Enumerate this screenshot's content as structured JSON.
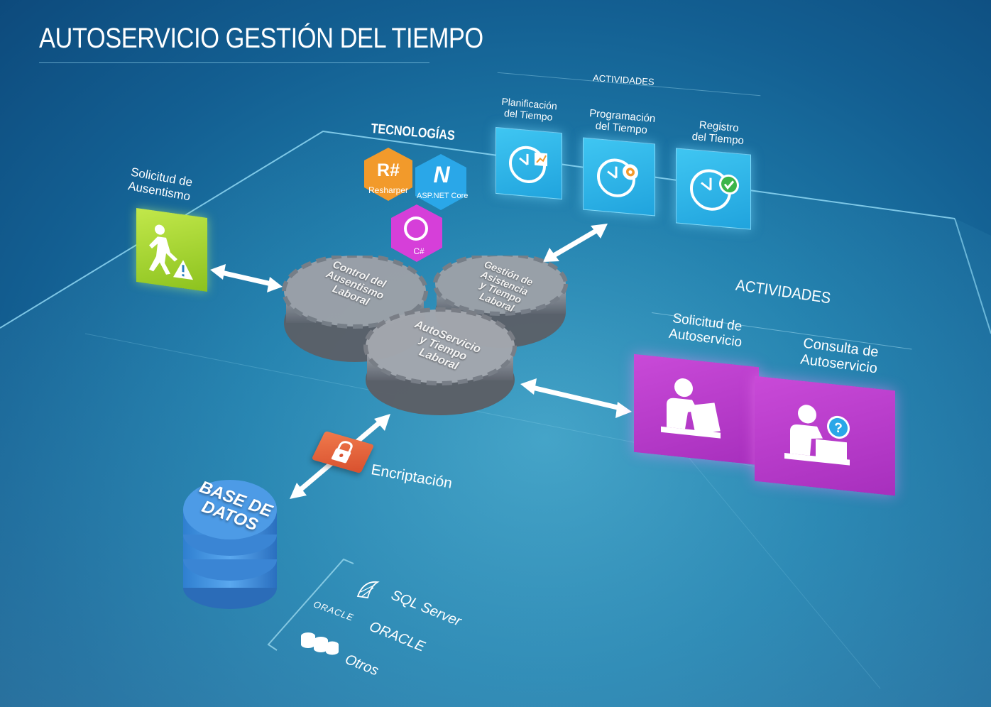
{
  "title": "AUTOSERVICIO GESTIÓN DEL TIEMPO",
  "tecnologias": {
    "heading": "TECNOLOGÍAS",
    "items": [
      {
        "glyph": "R#",
        "label": "Resharper",
        "color": "#f29a2b"
      },
      {
        "glyph": "N",
        "label": "ASP.NET Core",
        "color": "#2aa7e8"
      },
      {
        "glyph": "C#",
        "label": "C#",
        "color": "#d63fd9"
      }
    ]
  },
  "actividades_top": {
    "heading": "ACTIVIDADES",
    "items": [
      {
        "label_1": "Planificación",
        "label_2": "del Tiempo",
        "icon": "clock-chart-icon"
      },
      {
        "label_1": "Programación",
        "label_2": "del Tiempo",
        "icon": "clock-gear-icon"
      },
      {
        "label_1": "Registro",
        "label_2": "del Tiempo",
        "icon": "clock-check-icon"
      }
    ]
  },
  "solicitud_ausentismo": {
    "label_1": "Solicitud de",
    "label_2": "Ausentismo"
  },
  "gears": {
    "control": [
      "Control del",
      "Ausentismo",
      "Laboral"
    ],
    "gestion": [
      "Gestión de",
      "Asistencia",
      "y Tiempo",
      "Laboral"
    ],
    "auto": [
      "AutoServicio",
      "y Tiempo",
      "Laboral"
    ]
  },
  "actividades_right": {
    "heading": "ACTIVIDADES",
    "items": [
      {
        "label_1": "Solicitud de",
        "label_2": "Autoservicio"
      },
      {
        "label_1": "Consulta de",
        "label_2": "Autoservicio"
      }
    ]
  },
  "encriptacion": "Encriptación",
  "database": {
    "line_1": "BASE DE",
    "line_2": "DATOS"
  },
  "db_types": {
    "oracle_logo": "ORACLE",
    "items": [
      "SQL Server",
      "ORACLE",
      "Otros"
    ]
  },
  "colors": {
    "accent_blue": "#29aee6",
    "green": "#a6d62f",
    "magenta": "#b63ac9",
    "gear": "#8f939c",
    "lock": "#e8663f"
  }
}
